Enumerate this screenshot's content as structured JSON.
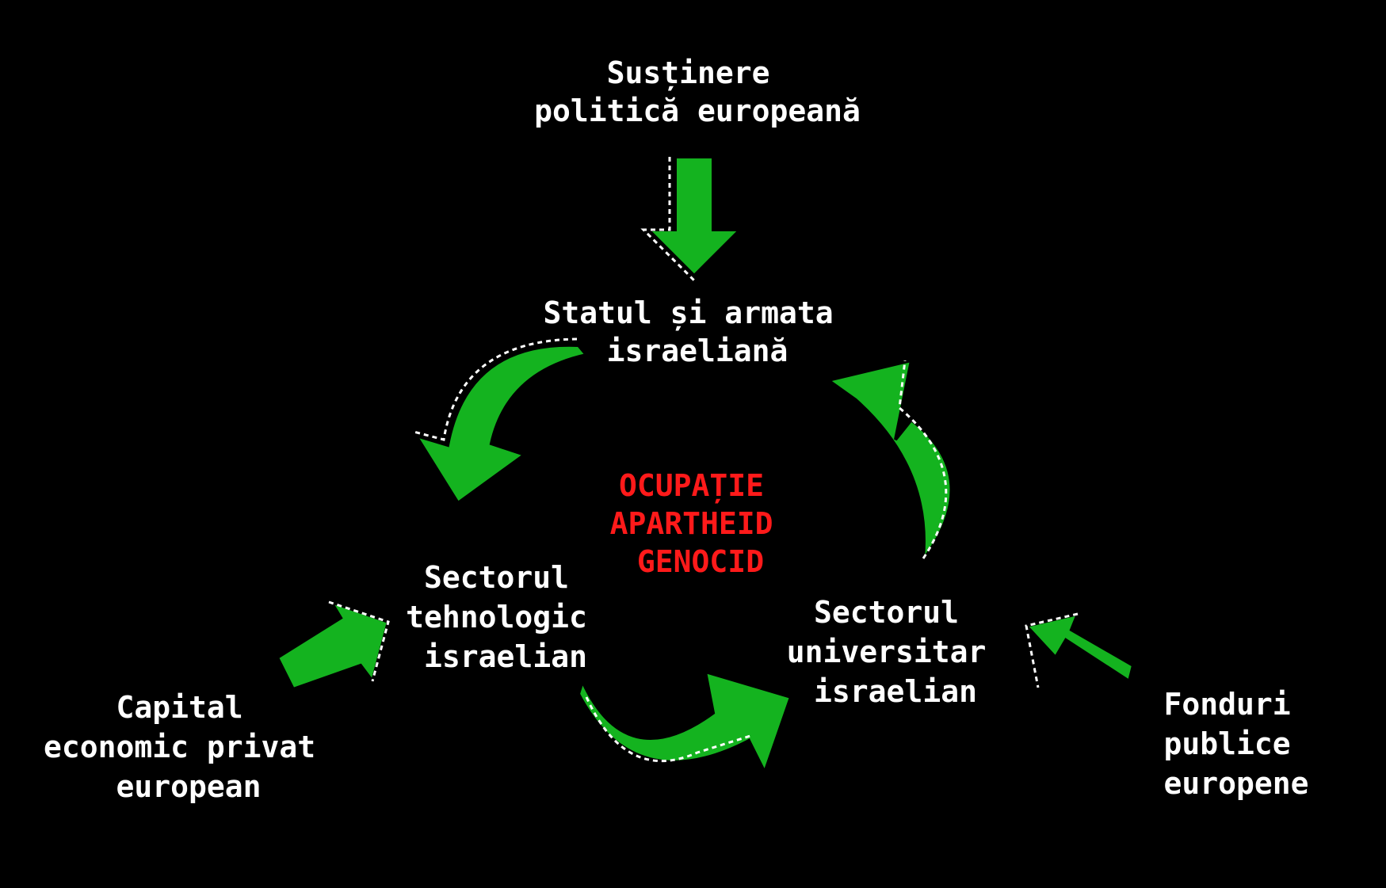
{
  "colors": {
    "background": "#000000",
    "arrow": "#14b31f",
    "node_text": "#ffffff",
    "center_text": "#ff1a1a"
  },
  "nodes": {
    "european_political_support": [
      "Susținere",
      "politică europeană"
    ],
    "israeli_state_army": [
      "Statul și armata",
      "israeliană"
    ],
    "israeli_tech_sector": [
      "Sectorul",
      "tehnologic",
      "israelian"
    ],
    "israeli_university_sector": [
      "Sectorul",
      "universitar",
      "israelian"
    ],
    "european_private_capital": [
      "Capital",
      "economic privat",
      "european"
    ],
    "european_public_funds": [
      "Fonduri",
      "publice",
      "europene"
    ]
  },
  "center": [
    "OCUPAȚIE",
    "APARTHEID",
    "GENOCID"
  ],
  "arrows": [
    {
      "from": "european_political_support",
      "to": "israeli_state_army",
      "icon": "straight-arrow-icon"
    },
    {
      "from": "israeli_state_army",
      "to": "israeli_tech_sector",
      "icon": "curved-arrow-icon"
    },
    {
      "from": "israeli_tech_sector",
      "to": "israeli_university_sector",
      "icon": "curved-arrow-icon"
    },
    {
      "from": "israeli_university_sector",
      "to": "israeli_state_army",
      "icon": "curved-arrow-icon"
    },
    {
      "from": "european_private_capital",
      "to": "israeli_tech_sector",
      "icon": "straight-arrow-icon"
    },
    {
      "from": "european_public_funds",
      "to": "israeli_university_sector",
      "icon": "straight-arrow-icon"
    }
  ]
}
